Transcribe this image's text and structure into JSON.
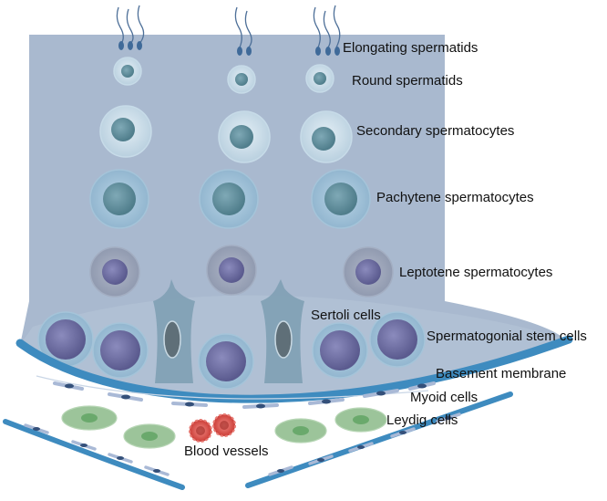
{
  "labels": {
    "elongating": "Elongating spermatids",
    "round": "Round spermatids",
    "secondary": "Secondary spermatocytes",
    "pachytene": "Pachytene spermatocytes",
    "leptotene": "Leptotene spermatocytes",
    "sertoli": "Sertoli cells",
    "stem": "Spermatogonial stem cells",
    "basement": "Basement membrane",
    "myoid": "Myoid cells",
    "leydig": "Leydig cells",
    "blood": "Blood vessels"
  },
  "colors": {
    "tubule_fill": "#a8b9cf",
    "membrane": "#3e8bbf",
    "cell_outer": "#c9dbe8",
    "nucleus_teal": "#5f8e9c",
    "nucleus_purple": "#6a6a9e",
    "sertoli": "#7fa0b4",
    "leydig": "#9cc49a",
    "blood": "#d9453f",
    "myoid_nucleus": "#34507a"
  }
}
